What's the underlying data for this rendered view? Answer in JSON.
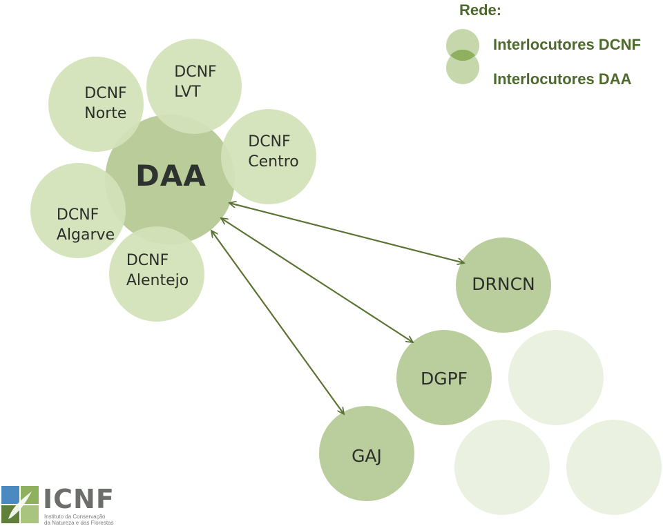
{
  "legend": {
    "title": "Rede:",
    "items": [
      {
        "label": "Interlocutores DCNF"
      },
      {
        "label": "Interlocutores DAA"
      }
    ]
  },
  "hub": {
    "label": "DAA"
  },
  "dcnf_nodes": {
    "norte": "DCNF\nNorte",
    "lvt": "DCNF\nLVT",
    "centro": "DCNF\nCentro",
    "algarve": "DCNF\nAlgarve",
    "alentejo": "DCNF\nAlentejo"
  },
  "daa_nodes": {
    "drncn": "DRNCN",
    "dgpf": "DGPF",
    "gaj": "GAJ"
  },
  "logo": {
    "name": "ICNF",
    "subtitle_line1": "Instituto da Conservação",
    "subtitle_line2": "da Natureza e das Florestas"
  },
  "colors": {
    "arrow": "#5a7333",
    "legend_text": "#4d6a2c"
  }
}
